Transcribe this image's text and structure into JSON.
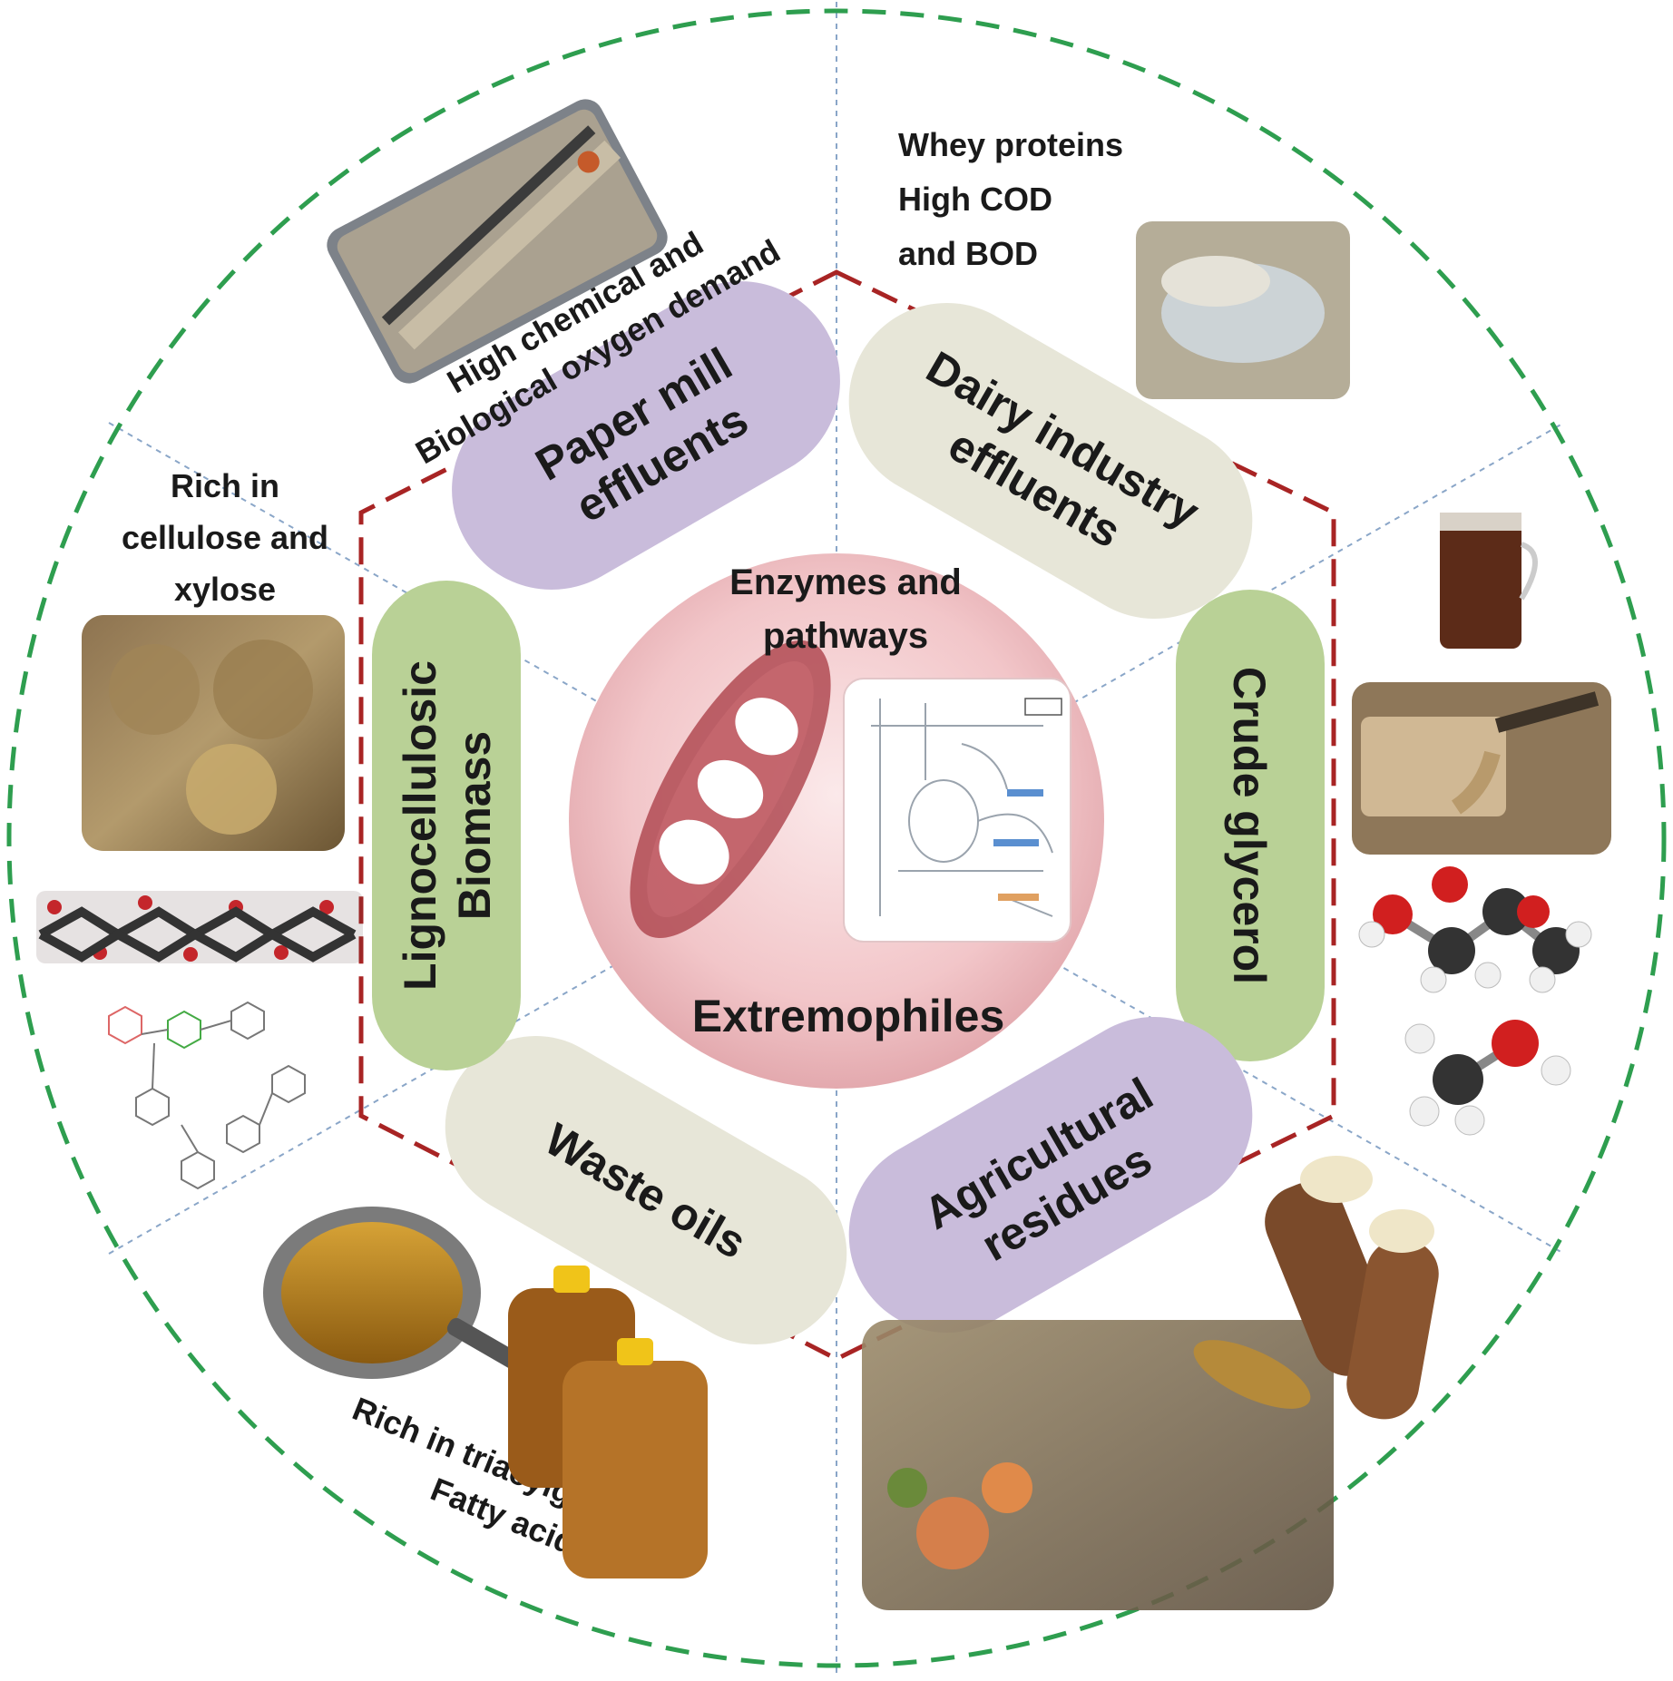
{
  "center": {
    "top_label_lines": [
      "Enzymes and",
      "pathways"
    ],
    "bottom_label": "Extremophiles"
  },
  "pills": {
    "paper": {
      "lines": [
        "Paper mill",
        "effluents"
      ],
      "color": "#c9bcdb"
    },
    "dairy": {
      "lines": [
        "Dairy industry",
        "effluents"
      ],
      "color": "#e7e6d8"
    },
    "crude": {
      "lines": [
        "Crude glycerol"
      ],
      "color": "#b9d196"
    },
    "agri": {
      "lines": [
        "Agricultural",
        "residues"
      ],
      "color": "#c9bcdb"
    },
    "waste": {
      "lines": [
        "Waste oils"
      ],
      "color": "#e7e6d8"
    },
    "ligno": {
      "lines": [
        "Lignocellulosic",
        "Biomass"
      ],
      "color": "#b9d196"
    }
  },
  "notes": {
    "paper": [
      "High chemical and",
      "Biological oxygen demand"
    ],
    "dairy": [
      "Whey proteins",
      "High COD",
      "and BOD"
    ],
    "ligno": [
      "Rich in",
      "cellulose and",
      "xylose"
    ],
    "waste": [
      "Rich in triacylglycerides",
      "Fatty acids"
    ]
  },
  "colors": {
    "outer_ring": "#2e9e4f",
    "hexagon": "#a82424",
    "sector_lines": "#8aa6c8",
    "center_disc": "#f2c6c9"
  }
}
